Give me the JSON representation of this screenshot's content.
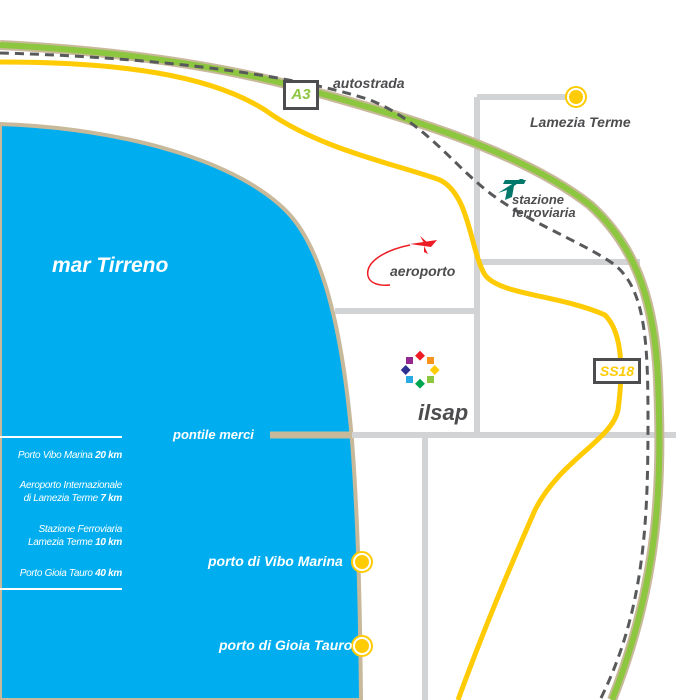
{
  "sea_label": "mar Tirreno",
  "roads": {
    "autostrada_label": "autostrada",
    "autostrada_shield": "A3",
    "ss_shield": "SS18"
  },
  "places": {
    "lamezia": "Lamezia Terme",
    "stazione_1": "stazione",
    "stazione_2": "ferroviaria",
    "aeroporto": "aeroporto",
    "ilsap": "ilsap",
    "pontile": "pontile merci",
    "vibo": "porto di Vibo Marina",
    "gioia": "porto di Gioia Tauro"
  },
  "distances": [
    {
      "text": "Porto Vibo Marina",
      "km": "20 km"
    },
    {
      "text1": "Aeroporto Internazionale",
      "text": "di Lamezia Terme",
      "km": "7 km"
    },
    {
      "text1": "Stazione Ferroviaria",
      "text": "Lamezia Terme",
      "km": "10 km"
    },
    {
      "text": "Porto Gioia Tauro",
      "km": "40 km"
    }
  ],
  "colors": {
    "sea": "#00aeef",
    "highway": "#8dc63f",
    "ss18": "#ffcb05",
    "road": "#d1d3d4",
    "coast": "#c8b99a"
  }
}
